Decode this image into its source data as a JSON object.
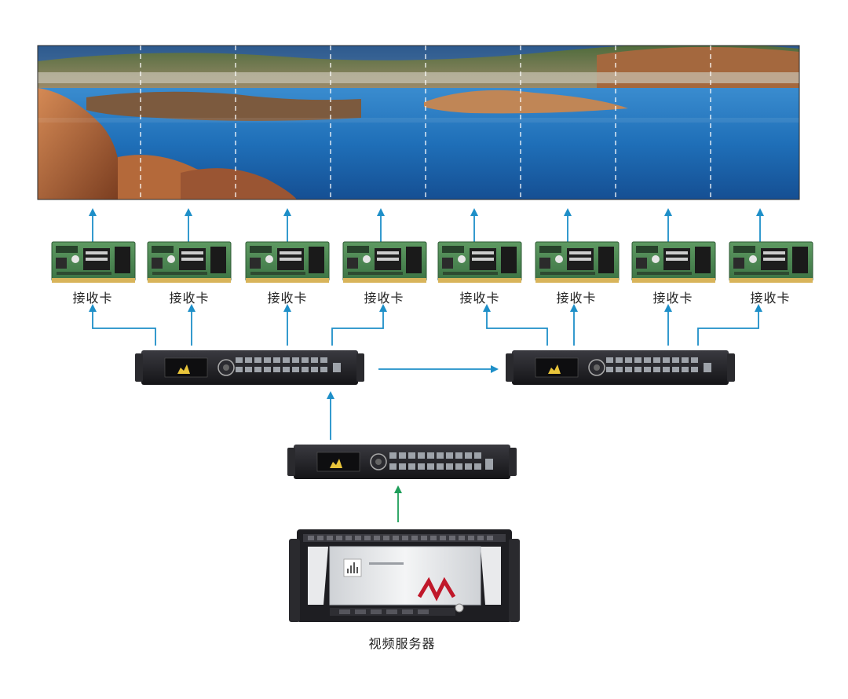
{
  "receiver_label": "接收卡",
  "server_label": "视频服务器",
  "colors": {
    "blue_arrow": "#1e8fc8",
    "green_arrow": "#1e9e5a",
    "device_dark": "#1e1e22",
    "pcb_green": "#4e8a55",
    "sea": "#1f6fb8",
    "sky": "#5a86b4",
    "rock": "#b86d40",
    "logo_red": "#c0182a"
  },
  "icons": [
    "led-wall-image",
    "receiver-card",
    "sending-controller",
    "video-processor",
    "video-server",
    "brand-logo"
  ]
}
